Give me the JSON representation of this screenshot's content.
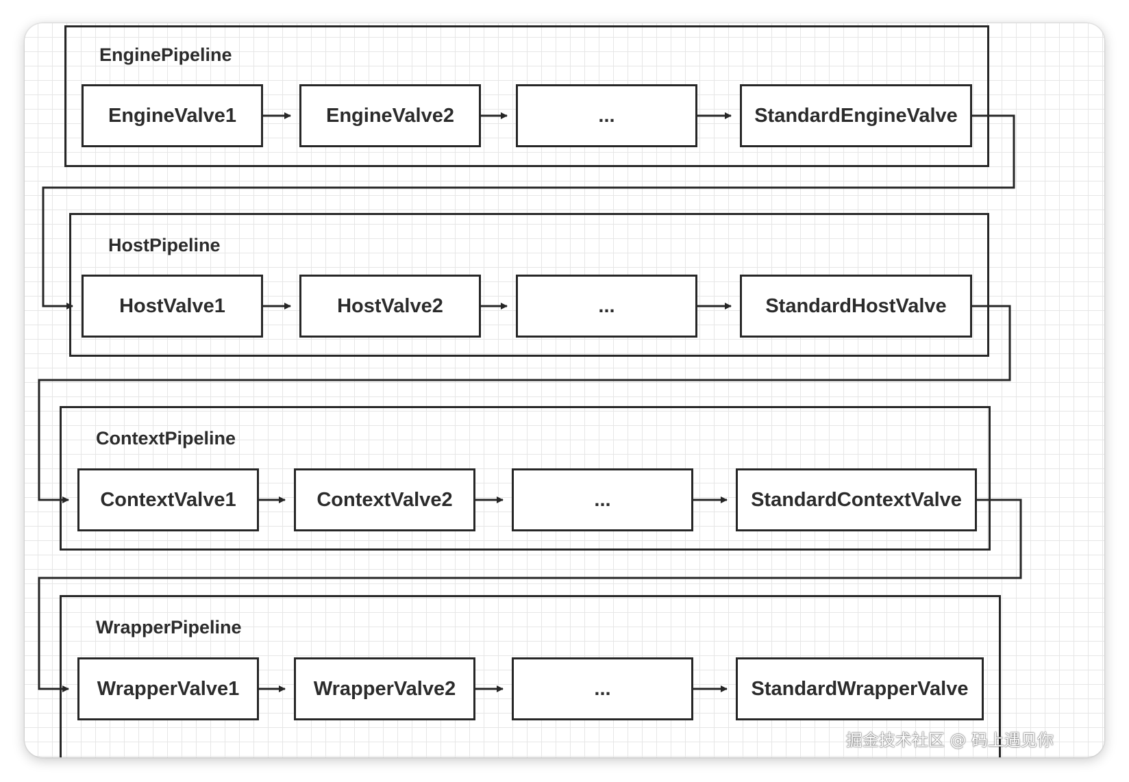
{
  "diagram": {
    "pipelines": [
      {
        "title": "EnginePipeline",
        "valves": [
          "EngineValve1",
          "EngineValve2",
          "...",
          "StandardEngineValve"
        ]
      },
      {
        "title": "HostPipeline",
        "valves": [
          "HostValve1",
          "HostValve2",
          "...",
          "StandardHostValve"
        ]
      },
      {
        "title": "ContextPipeline",
        "valves": [
          "ContextValve1",
          "ContextValve2",
          "...",
          "StandardContextValve"
        ]
      },
      {
        "title": "WrapperPipeline",
        "valves": [
          "WrapperValve1",
          "WrapperValve2",
          "...",
          "StandardWrapperValve"
        ]
      }
    ]
  },
  "watermark": "掘金技术社区 @ 码上遇见你",
  "colors": {
    "stroke": "#262626",
    "text": "#2b2b2b",
    "grid": "#e6e6e6"
  }
}
